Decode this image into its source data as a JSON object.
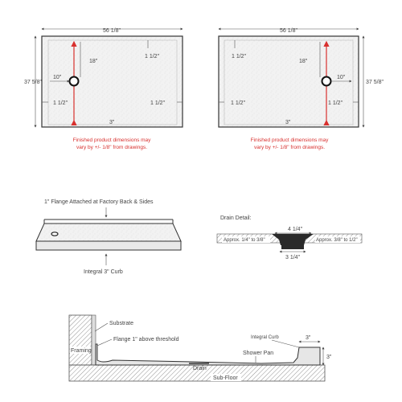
{
  "plans": {
    "left": {
      "width": "56 1/8\"",
      "depth": "37 5/8\"",
      "to_drain_from_wall": "18\"",
      "drain_from_side": "10\"",
      "ledge_top": "1 1/2\"",
      "ledge_left": "1 1/2\"",
      "ledge_right": "1 1/2\"",
      "curb": "3\"",
      "note_line1": "Finished product dimensions may",
      "note_line2": "vary by +/- 1/8\" from drawings."
    },
    "right": {
      "width": "56 1/8\"",
      "depth": "37 5/8\"",
      "to_drain_from_wall": "18\"",
      "drain_from_side": "10\"",
      "ledge_top": "1 1/2\"",
      "ledge_left": "1 1/2\"",
      "ledge_right": "1 1/2\"",
      "curb": "3\"",
      "note_line1": "Finished product dimensions may",
      "note_line2": "vary by +/- 1/8\" from drawings."
    }
  },
  "iso": {
    "flange_label": "1\" Flange Attached at Factory Back & Sides",
    "curb_label": "Integral 3\" Curb"
  },
  "drain_detail": {
    "title": "Drain Detail:",
    "top_dim": "4 1/4\"",
    "bottom_dim": "3 1/4\"",
    "left_approx": "Approx. 1/4\" to 3/8\"",
    "right_approx": "Approx. 3/8\" to 1/2\""
  },
  "section": {
    "substrate": "Substrate",
    "flange_note": "Flange 1\" above threshold",
    "framing": "Framing",
    "drain": "Drain",
    "shower_pan": "Shower Pan",
    "sub_floor": "Sub-Floor",
    "integral_curb": "Integral Curb",
    "curb_width": "3\"",
    "curb_height": "3\""
  },
  "colors": {
    "accent_red": "#d8302e",
    "line": "#333333"
  }
}
